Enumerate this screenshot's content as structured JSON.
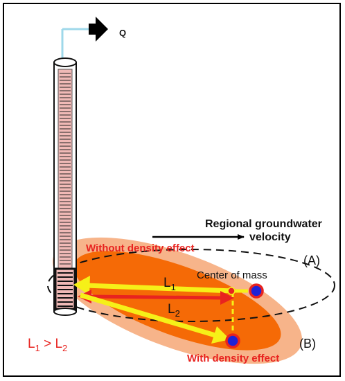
{
  "labels": {
    "flow": "Q",
    "regional_line1": "Regional groundwater",
    "regional_line2": "velocity",
    "without_density": "Without density effect",
    "center_of_mass": "Center of mass",
    "with_density": "With density effect",
    "case_a": "(A)",
    "case_b": "(B)",
    "l1_base": "L",
    "l1_sub": "1",
    "l2_base": "L",
    "l2_sub": "2",
    "cmp_l1_base": "L",
    "cmp_l1_sub": "1",
    "cmp_op": " > ",
    "cmp_l2_base": "L",
    "cmp_l2_sub": "2"
  },
  "colors": {
    "plume_outer": "#f7b48a",
    "plume_inner": "#f56a06",
    "arrow_yellow": "#f6f018",
    "arrow_red": "#e8231f",
    "center_blue": "#1e22d6",
    "text_red": "#e8231f",
    "pipe_blue": "#9fd8ea",
    "screen_pink": "#f0b9b6"
  }
}
